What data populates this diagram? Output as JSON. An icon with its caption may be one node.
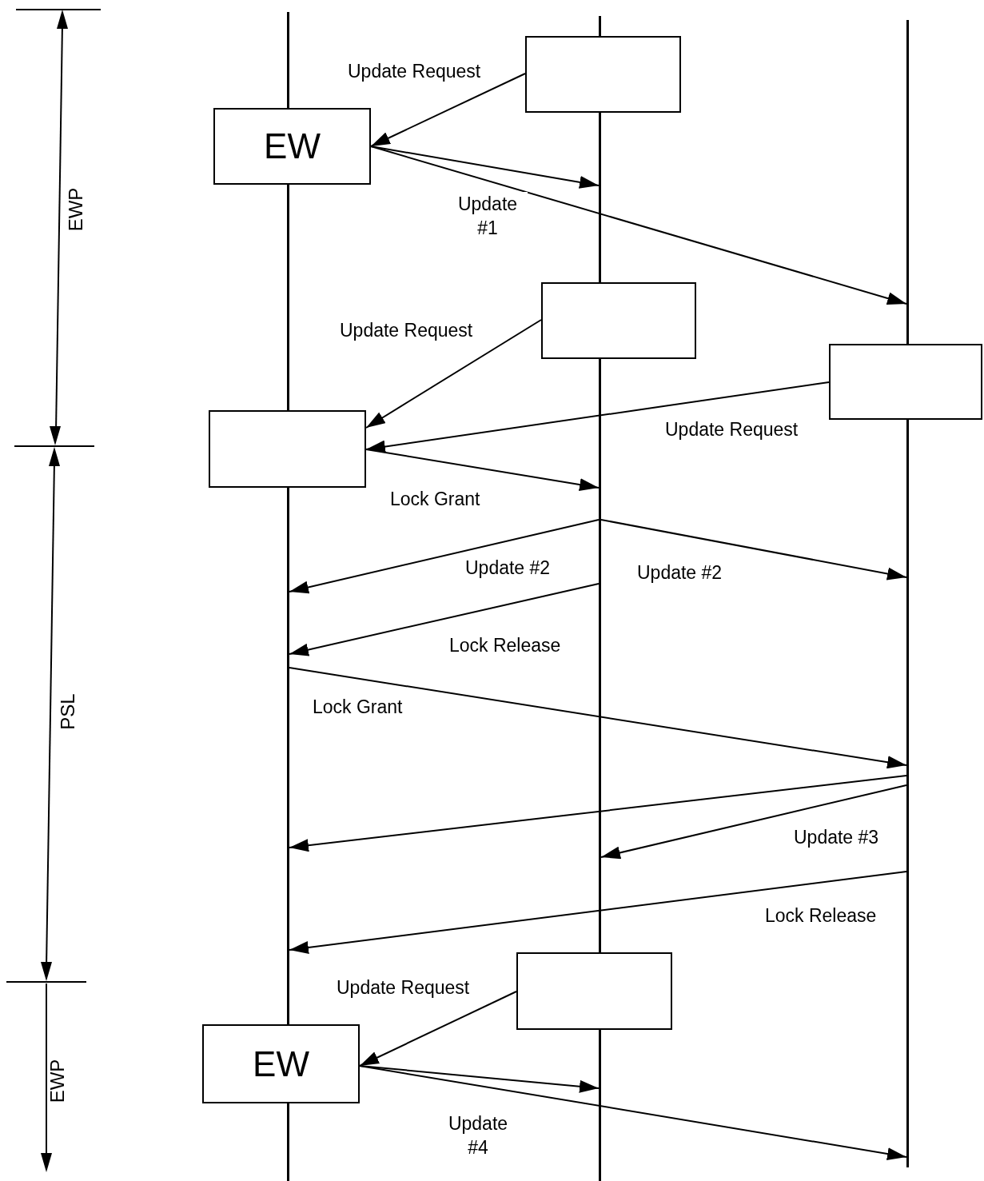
{
  "diagram": {
    "nodes": [
      {
        "text": [],
        "shape": "bar"
      },
      {
        "text": [],
        "shape": "bar"
      },
      {
        "text": [],
        "shape": "bar"
      },
      {
        "text": [],
        "shape": "box"
      },
      {
        "text": [
          "EW"
        ]
      },
      {
        "text": [],
        "shape": "box"
      },
      {
        "text": [],
        "shape": "box"
      },
      {
        "text": [],
        "shape": "box"
      },
      {
        "text": [],
        "shape": "box"
      },
      {
        "text": [
          "EW"
        ]
      }
    ],
    "edges": [
      {
        "from": 3,
        "to": 4,
        "arrow": "to",
        "label": "Update Request"
      },
      {
        "from": 4,
        "to": 1,
        "arrow": "to",
        "label": "Update #1"
      },
      {
        "from": 4,
        "to": 2,
        "arrow": "to"
      },
      {
        "from": 5,
        "to": 7,
        "arrow": "to",
        "label": "Update Request"
      },
      {
        "from": 6,
        "to": 7,
        "arrow": "to",
        "label": "Update Request"
      },
      {
        "from": 7,
        "to": 1,
        "arrow": "to",
        "label": "Lock Grant"
      },
      {
        "from": 1,
        "to": 0,
        "arrow": "to",
        "label": "Update #2"
      },
      {
        "from": 1,
        "to": 2,
        "arrow": "to",
        "label": "Update #2"
      },
      {
        "from": 1,
        "to": 0,
        "arrow": "to",
        "label": "Lock Release"
      },
      {
        "from": 0,
        "to": 2,
        "arrow": "to",
        "label": "Lock Grant"
      },
      {
        "from": 2,
        "to": 0,
        "arrow": "to"
      },
      {
        "from": 2,
        "to": 1,
        "arrow": "to",
        "label": "Update #3"
      },
      {
        "from": 2,
        "to": 0,
        "arrow": "to",
        "label": "Lock Release"
      },
      {
        "from": 8,
        "to": 9,
        "arrow": "to",
        "label": "Update Request"
      },
      {
        "from": 9,
        "to": 1,
        "arrow": "to"
      },
      {
        "from": 9,
        "to": 2,
        "arrow": "to",
        "label": "Update #4"
      }
    ],
    "labels": [
      "EWP",
      "PSL",
      "EWP"
    ]
  }
}
